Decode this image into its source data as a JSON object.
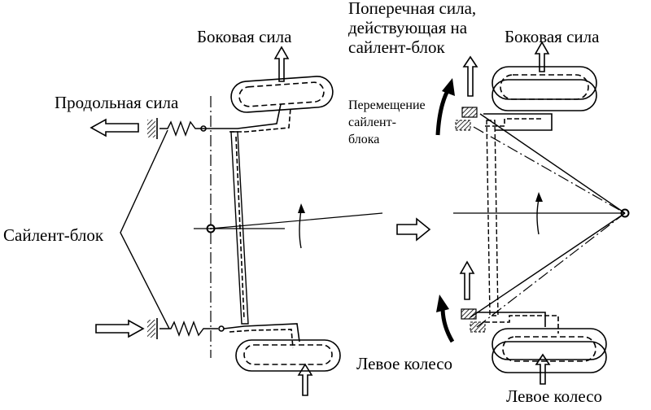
{
  "labels": {
    "longitudinal_force": "Продольная сила",
    "lateral_force_left": "Боковая сила",
    "silent_block": "Сайлент-блок",
    "left_wheel_left": "Левое колесо",
    "transverse_force_line1": "Поперечная сила,",
    "transverse_force_line2": "действующая на",
    "transverse_force_line3": "сайлент-блок",
    "lateral_force_right": "Боковая сила",
    "bushing_move_line1": "Перемещение",
    "bushing_move_line2": "сайлент-",
    "bushing_move_line3": "блока",
    "left_wheel_right": "Левое колесо"
  }
}
